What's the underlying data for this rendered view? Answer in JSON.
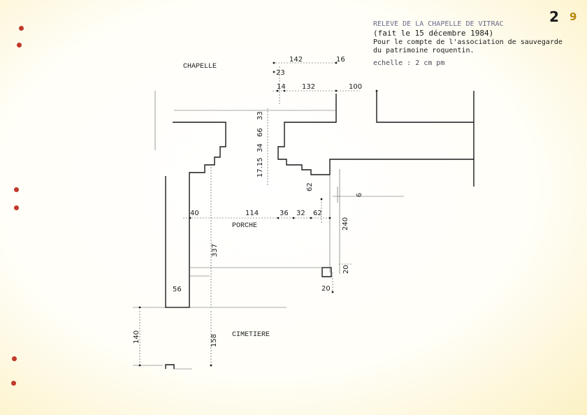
{
  "header": {
    "title": "RELEVE DE LA CHAPELLE DE VITRAC",
    "date": "(fait le 15 décembre 1984)",
    "line1": "Pour le compte de l'association de sauvegarde",
    "line2": "du patrimoine roquentin.",
    "scale": "echelle : 2 cm pm"
  },
  "page_number": {
    "main": "2",
    "sub": "9"
  },
  "labels": {
    "chapelle": "CHAPELLE",
    "porche": "PORCHE",
    "cimetiere": "CIMETIERE"
  },
  "dimensions": {
    "d142": "142",
    "d16": "16",
    "d23": "23",
    "d14": "14",
    "d132": "132",
    "d100": "100",
    "d33": "33",
    "d66": "66",
    "d34": "34",
    "d17_15": "17.15",
    "d62v": "62",
    "d9": "9",
    "d40": "40",
    "d114": "114",
    "d36": "36",
    "d32": "32",
    "d62h": "62",
    "d240": "240",
    "d337": "337",
    "d20v": "20",
    "d20h": "20",
    "d56": "56",
    "d140": "140",
    "d158": "158"
  }
}
